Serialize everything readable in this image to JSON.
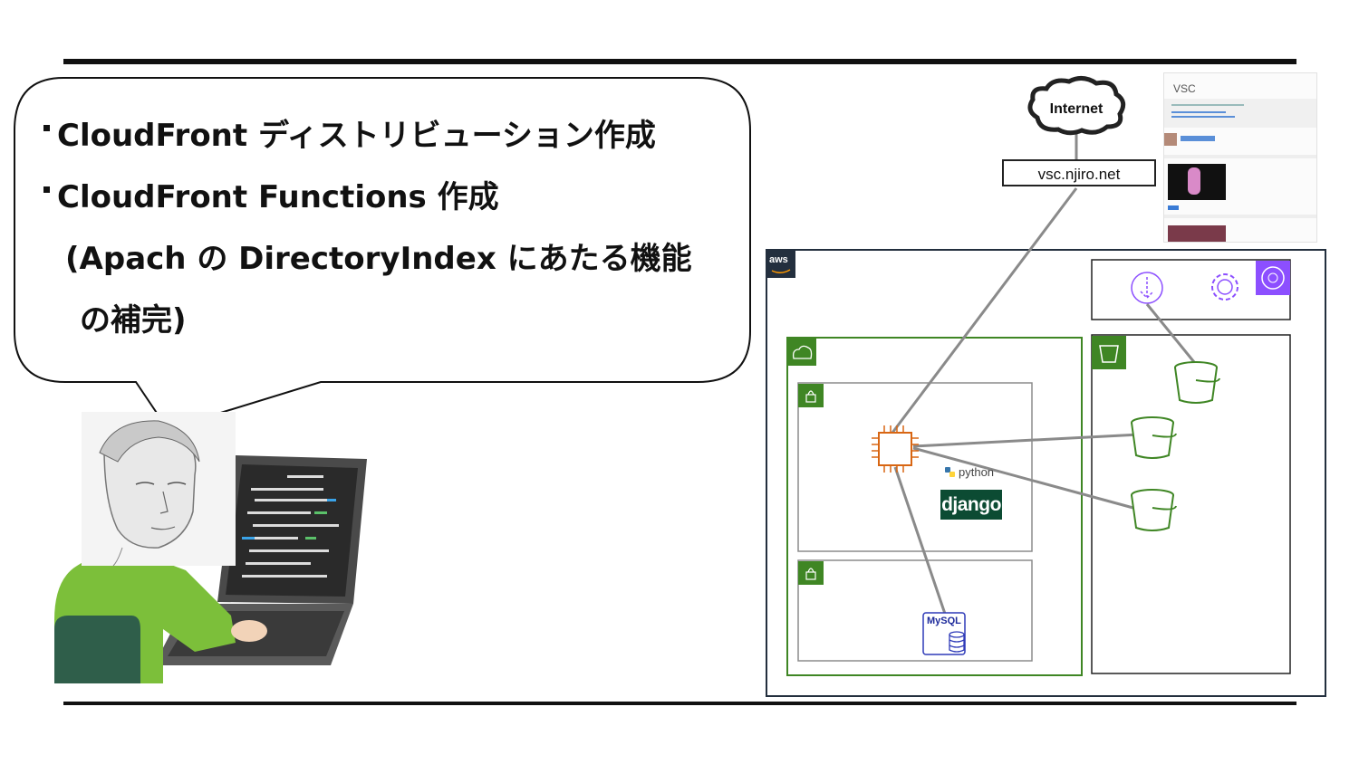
{
  "bullets": {
    "line1": "CloudFront ディストリビューション作成",
    "line2": "CloudFront Functions 作成",
    "line3": "(Apach の DirectoryIndex にあたる機能",
    "line4": "の補完)"
  },
  "diagram": {
    "internet_label": "Internet",
    "domain_label": "vsc.njiro.net",
    "aws_label": "aws",
    "python_label": "python",
    "django_label": "django",
    "mysql_label": "MySQL",
    "screenshot_title": "VSC"
  },
  "colors": {
    "vpc_green": "#3f8624",
    "subnet_gray": "#8c8c8c",
    "ec2_orange": "#d86613",
    "s3_green": "#3f8624",
    "cloudfront_purple": "#8c4fff",
    "rds_blue": "#2e3ab8",
    "aws_dark": "#232f3e",
    "shirt_green": "#7cbf3a",
    "chair_green": "#2f5e4a"
  }
}
